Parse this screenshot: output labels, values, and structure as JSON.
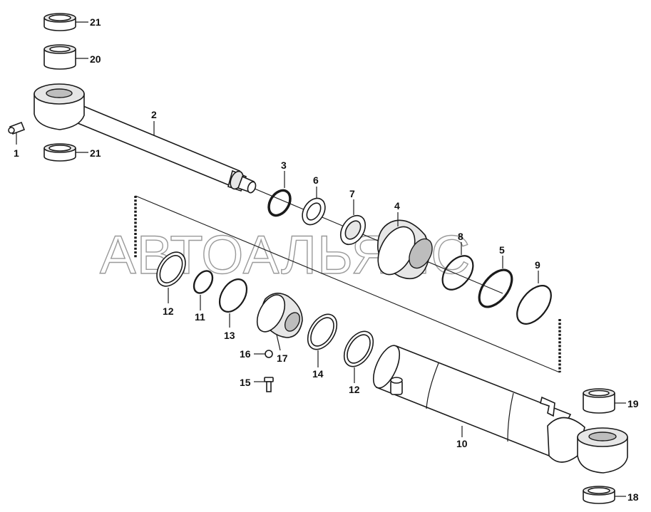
{
  "watermark": "АВТОАЛЬЯНС",
  "callouts": {
    "p1": "1",
    "p2": "2",
    "p3": "3",
    "p4": "4",
    "p5": "5",
    "p6": "6",
    "p7": "7",
    "p8": "8",
    "p9": "9",
    "p10": "10",
    "p11": "11",
    "p12a": "12",
    "p12b": "12",
    "p13": "13",
    "p14": "14",
    "p15": "15",
    "p16": "16",
    "p17": "17",
    "p18": "18",
    "p19": "19",
    "p20": "20",
    "p21a": "21",
    "p21b": "21"
  }
}
